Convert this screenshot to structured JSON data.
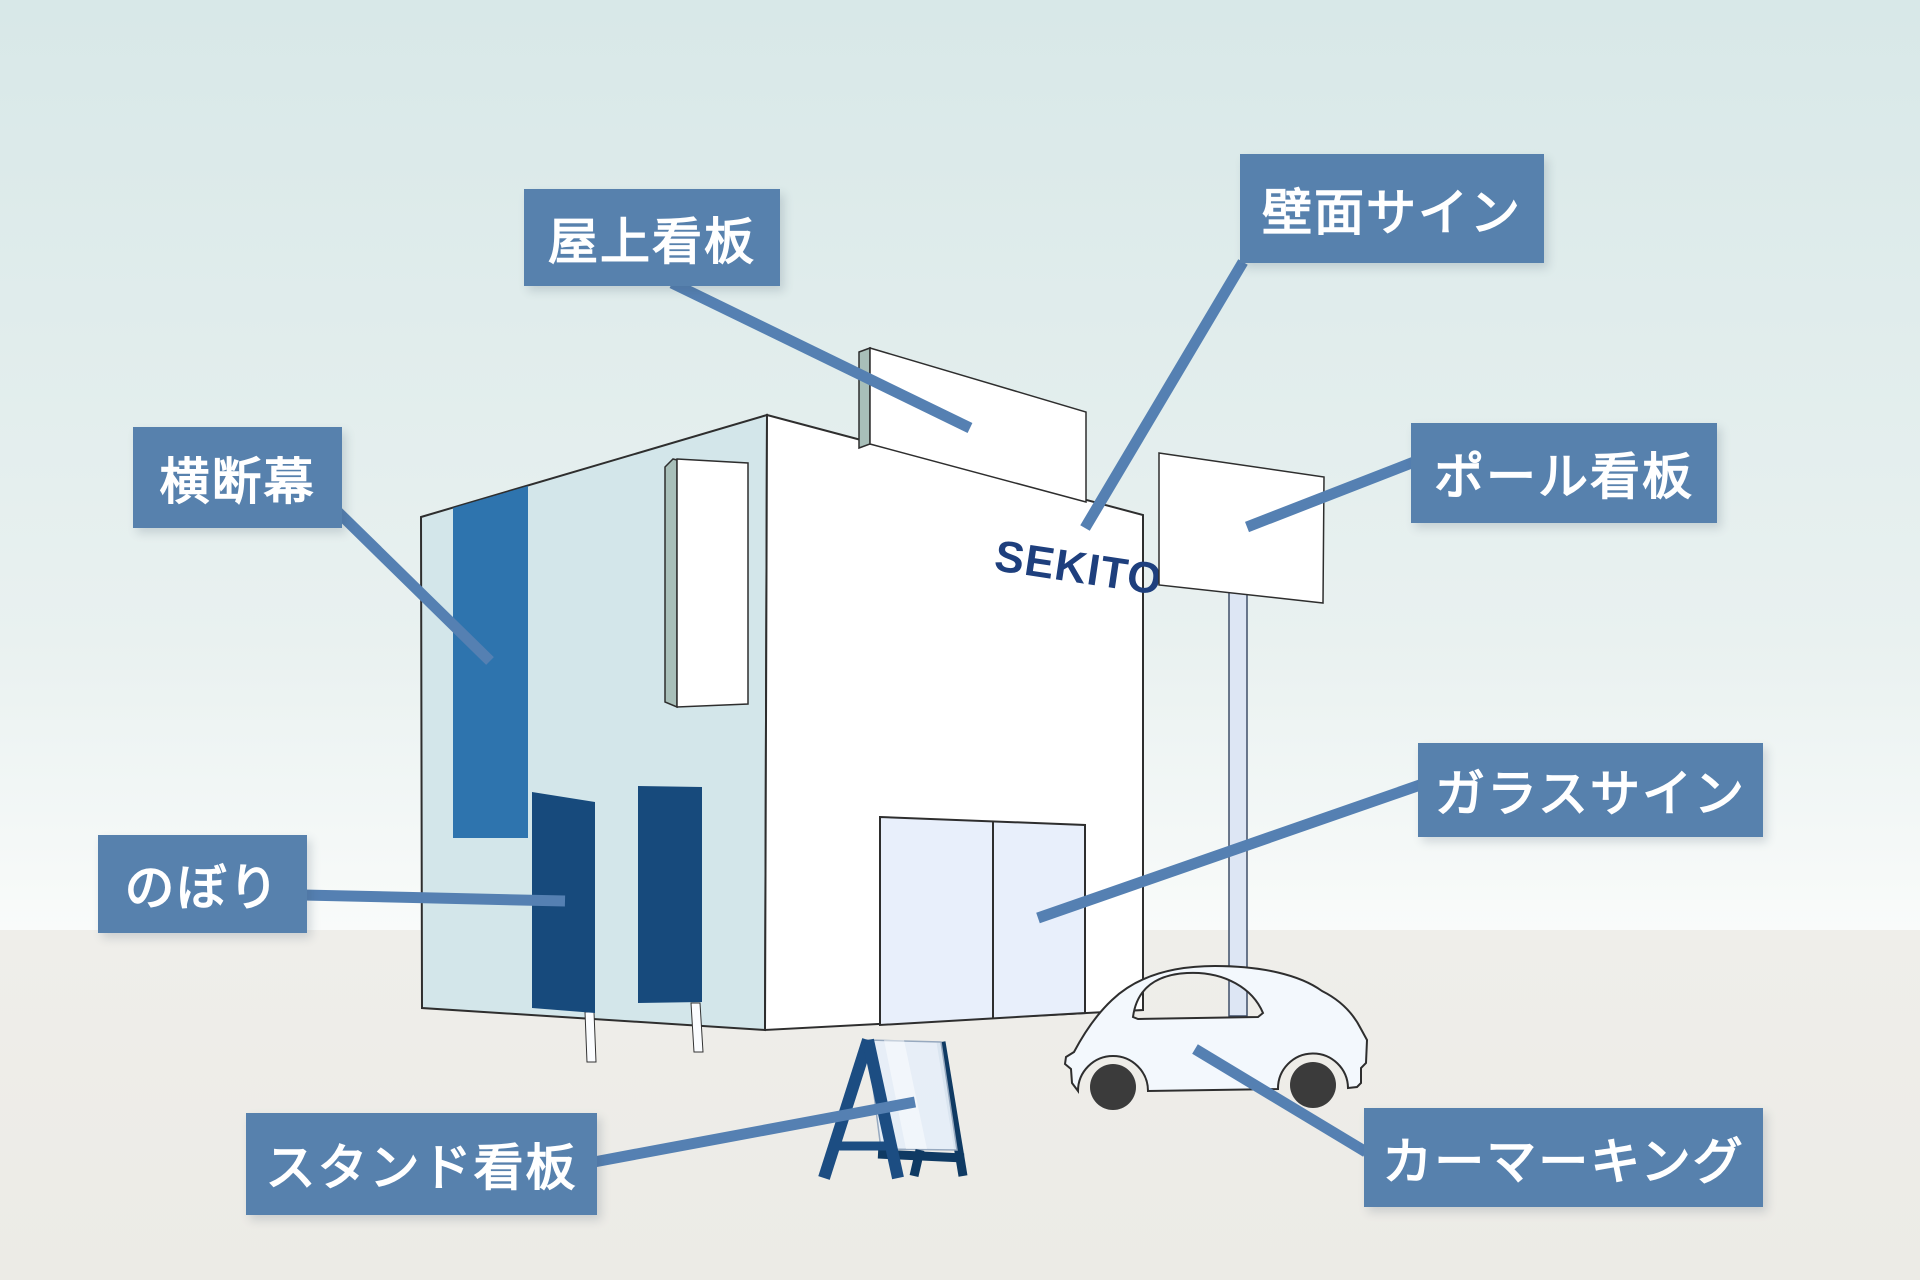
{
  "building": {
    "brand_text": "SEKITO"
  },
  "labels": {
    "rooftop": {
      "text": "屋上看板"
    },
    "wall": {
      "text": "壁面サイン"
    },
    "banner": {
      "text": "横断幕"
    },
    "pole": {
      "text": "ポール看板"
    },
    "nobori": {
      "text": "のぼり"
    },
    "glass": {
      "text": "ガラスサイン"
    },
    "stand": {
      "text": "スタンド看板"
    },
    "car": {
      "text": "カーマーキング"
    }
  },
  "colors": {
    "label_bg": "#5781ad",
    "label_text": "#ffffff",
    "leader": "#5580b2",
    "banner": "#2e74ae",
    "flag": "#174a7c",
    "frame_navy": "#1c4d82",
    "frame_navy_dark": "#0f3a63",
    "brand_navy": "#1e3f7d",
    "wall_left": "#d3e6ea",
    "wall_front": "#ffffff",
    "sign_side": "#a8bfb9",
    "entrance_glass": "#e8effb",
    "stand_panel": "#e6eef8",
    "pole": "#dde6f4",
    "car_body": "#f3f8fd",
    "wheel": "#3b3b3b",
    "outline": "#2e2e2e",
    "sky_top": "#d8e8e8",
    "sky_low": "#f9fbfa",
    "ground": "#efeeea"
  }
}
